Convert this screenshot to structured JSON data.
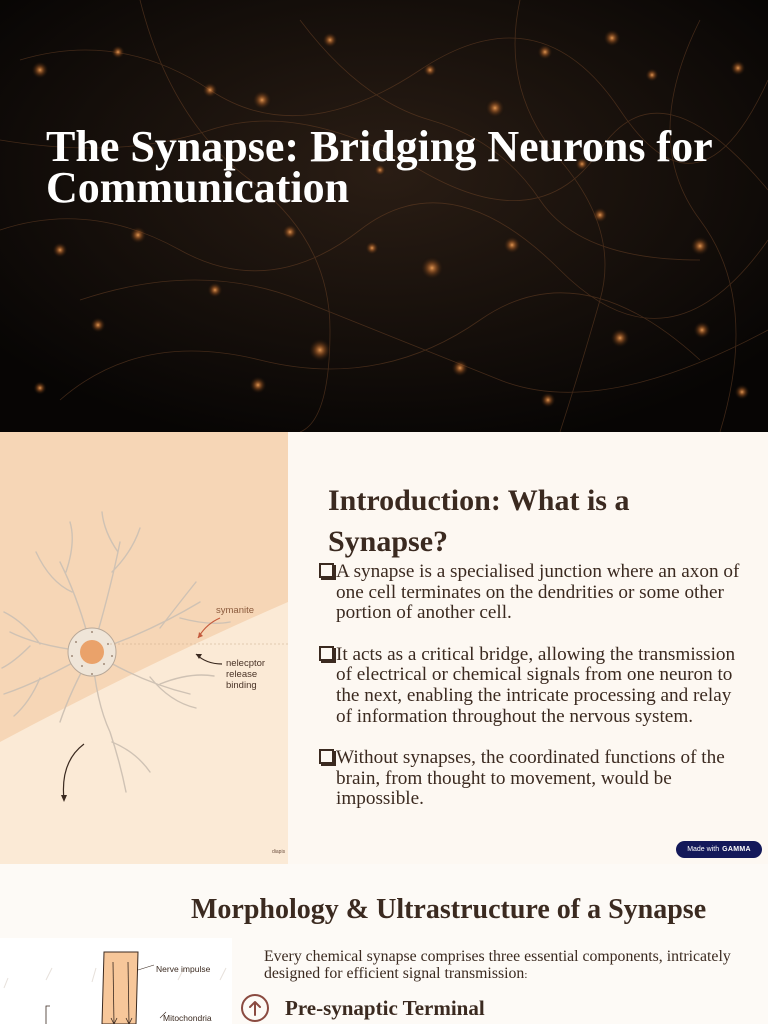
{
  "hero": {
    "title": "The Synapse: Bridging Neurons for Communication"
  },
  "intro": {
    "heading": "Introduction: What is a Synapse?",
    "illustration_labels": {
      "top": "symanite",
      "middle_line1": "nelecptor",
      "middle_line2": "release binding",
      "caption": "diapis"
    },
    "bullets": [
      "A synapse is a specialised junction where an axon of one cell terminates on the dendrities or some other portion of another cell.",
      " It acts as a critical bridge, allowing the transmission of electrical or chemical signals from one neuron to the next, enabling the intricate processing and relay of information throughout the nervous system.",
      " Without synapses, the coordinated functions of the brain, from thought to movement, would be impossible."
    ],
    "badge": {
      "prefix": "Made with",
      "brand": "GAMMA"
    }
  },
  "morphology": {
    "heading": "Morphology & Ultrastructure of a Synapse",
    "description": "Every chemical synapse comprises three essential components, intricately designed for efficient signal transmission",
    "description_end": ":",
    "diagram_labels": {
      "nerve_impulse": "Nerve impulse",
      "mitochondria": "Mitochondria"
    },
    "first_component": "Pre-synaptic Terminal"
  },
  "colors": {
    "hero_bg": "#0d0a08",
    "accent_text": "#3b2a20",
    "peach": "#f6d6b6",
    "badge_bg": "#14195a",
    "icon_ring": "#8a4a40"
  }
}
